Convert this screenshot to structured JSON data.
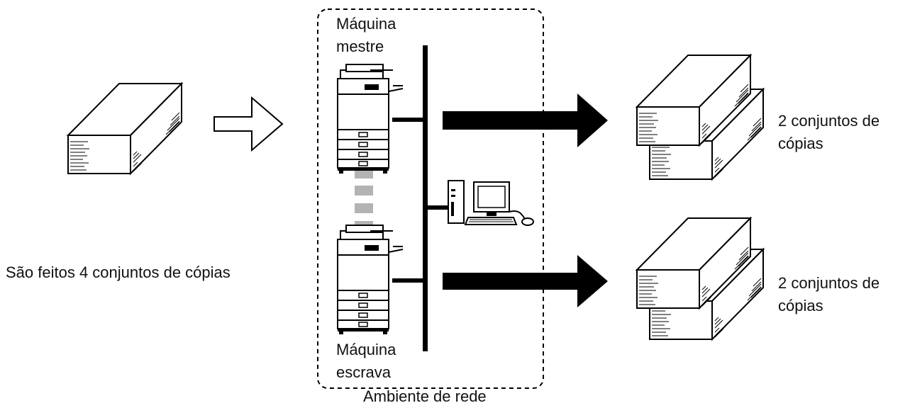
{
  "labels": {
    "master_line1": "Máquina",
    "master_line2": "mestre",
    "slave_line1": "Máquina",
    "slave_line2": "escrava",
    "network_environment": "Ambiente de rede",
    "copies_made": "São feitos 4 conjuntos de cópias",
    "output_top_line1": "2 conjuntos de",
    "output_top_line2": "cópias",
    "output_bottom_line1": "2 conjuntos de",
    "output_bottom_line2": "cópias"
  },
  "icons": [
    "paper-stack-icon",
    "hollow-arrow-icon",
    "copier-icon",
    "computer-icon",
    "solid-arrow-icon"
  ],
  "colors": {
    "line": "#000000",
    "connector_dash": "#b3b3b3",
    "background": "#ffffff"
  }
}
